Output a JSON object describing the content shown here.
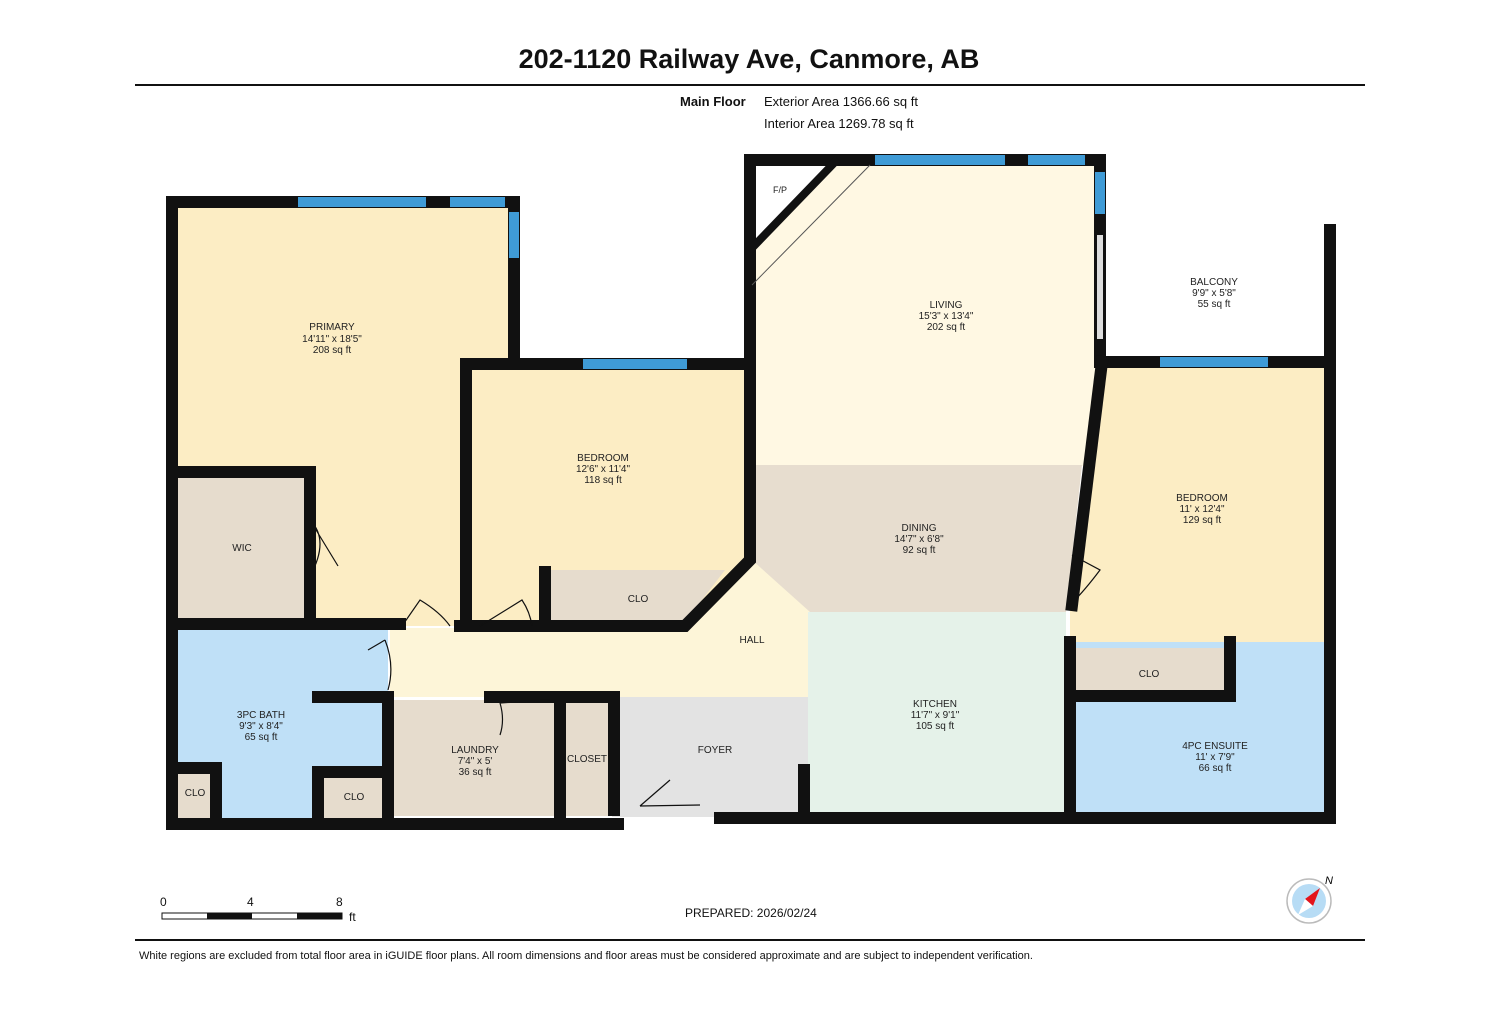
{
  "title": "202-1120 Railway Ave, Canmore, AB",
  "floor": {
    "name": "Main Floor",
    "exterior_area": "Exterior Area 1366.66 sq ft",
    "interior_area": "Interior Area 1269.78 sq ft"
  },
  "rooms": {
    "primary": {
      "name": "PRIMARY",
      "dims": "14'11\" x 18'5\"",
      "area": "208 sq ft"
    },
    "bedroom1": {
      "name": "BEDROOM",
      "dims": "12'6\" x 11'4\"",
      "area": "118 sq ft"
    },
    "living": {
      "name": "LIVING",
      "dims": "15'3\" x 13'4\"",
      "area": "202 sq ft"
    },
    "balcony": {
      "name": "BALCONY",
      "dims": "9'9\" x 5'8\"",
      "area": "55 sq ft"
    },
    "bedroom2": {
      "name": "BEDROOM",
      "dims": "11' x 12'4\"",
      "area": "129 sq ft"
    },
    "dining": {
      "name": "DINING",
      "dims": "14'7\" x 6'8\"",
      "area": "92 sq ft"
    },
    "kitchen": {
      "name": "KITCHEN",
      "dims": "11'7\" x 9'1\"",
      "area": "105 sq ft"
    },
    "bath3": {
      "name": "3PC BATH",
      "dims": "9'3\" x 8'4\"",
      "area": "65 sq ft"
    },
    "laundry": {
      "name": "LAUNDRY",
      "dims": "7'4\" x 5'",
      "area": "36 sq ft"
    },
    "ensuite4": {
      "name": "4PC ENSUITE",
      "dims": "11' x 7'9\"",
      "area": "66 sq ft"
    },
    "wic": {
      "name": "WIC"
    },
    "hall": {
      "name": "HALL"
    },
    "foyer": {
      "name": "FOYER"
    },
    "closet": {
      "name": "CLOSET"
    },
    "fp": {
      "name": "F/P"
    },
    "clo_bed1": {
      "name": "CLO"
    },
    "clo_bed2": {
      "name": "CLO"
    },
    "clo_bath_a": {
      "name": "CLO"
    },
    "clo_bath_b": {
      "name": "CLO"
    }
  },
  "colors": {
    "bedroom": "#fcedc4",
    "living": "#fff8e3",
    "dining": "#e7ddcf",
    "kitchen": "#e5f2e9",
    "bath": "#bfe0f7",
    "foyer": "#e3e3e3",
    "window": "#3f9bd6",
    "wall": "#111111"
  },
  "scale": {
    "ticks": [
      "0",
      "4",
      "8"
    ],
    "unit": "ft"
  },
  "prepared": "PREPARED: 2026/02/24",
  "compass": {
    "icon": "compass-north-icon",
    "label": "N"
  },
  "footer": "White regions are excluded from total floor area in iGUIDE floor plans. All room dimensions and floor areas must be considered approximate and are subject to independent verification."
}
